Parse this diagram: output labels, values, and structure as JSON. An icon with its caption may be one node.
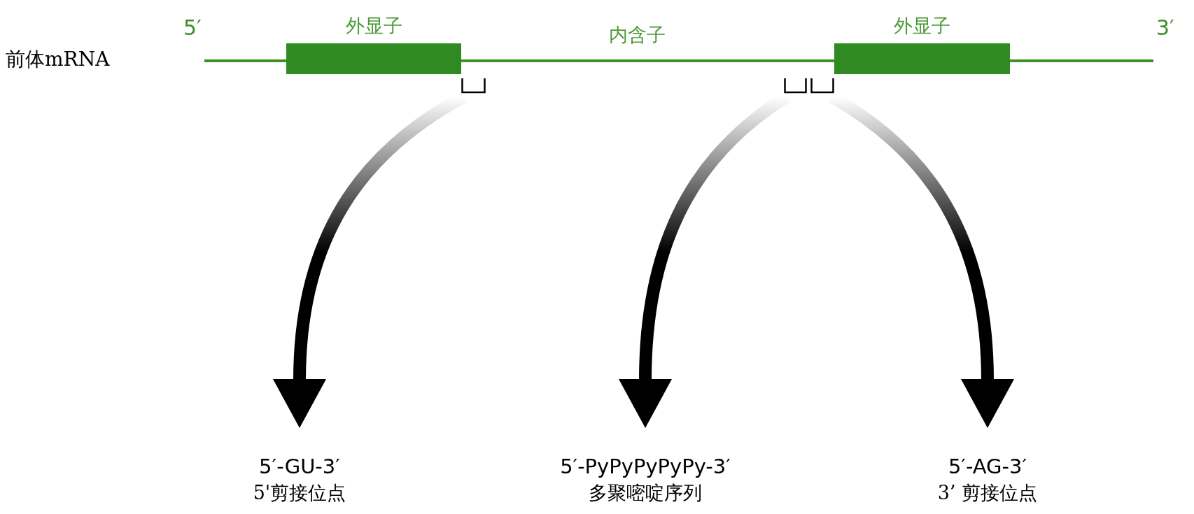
{
  "diagram": {
    "nodes": [
      {
        "text": [
          "外显子"
        ]
      },
      {
        "text": [
          "外显子"
        ]
      },
      {
        "text": [],
        "shape": "bracket"
      },
      {
        "text": [],
        "shape": "bracket"
      },
      {
        "text": [],
        "shape": "bracket"
      },
      {
        "text": [
          "5′-GU-3′",
          "5'剪接位点"
        ]
      },
      {
        "text": [
          "5′-PyPyPyPyPy-3′",
          "多聚嘧啶序列"
        ]
      },
      {
        "text": [
          "5′-AG-3′",
          "3’ 剪接位点"
        ]
      }
    ],
    "edges": [
      {
        "from": 2,
        "to": 5,
        "arrow": "to",
        "style": "thick"
      },
      {
        "from": 3,
        "to": 6,
        "arrow": "to",
        "style": "thick"
      },
      {
        "from": 4,
        "to": 7,
        "arrow": "to",
        "style": "thick"
      }
    ],
    "labels": [
      "前体mRNA",
      "5′",
      "内含子",
      "3′"
    ]
  }
}
